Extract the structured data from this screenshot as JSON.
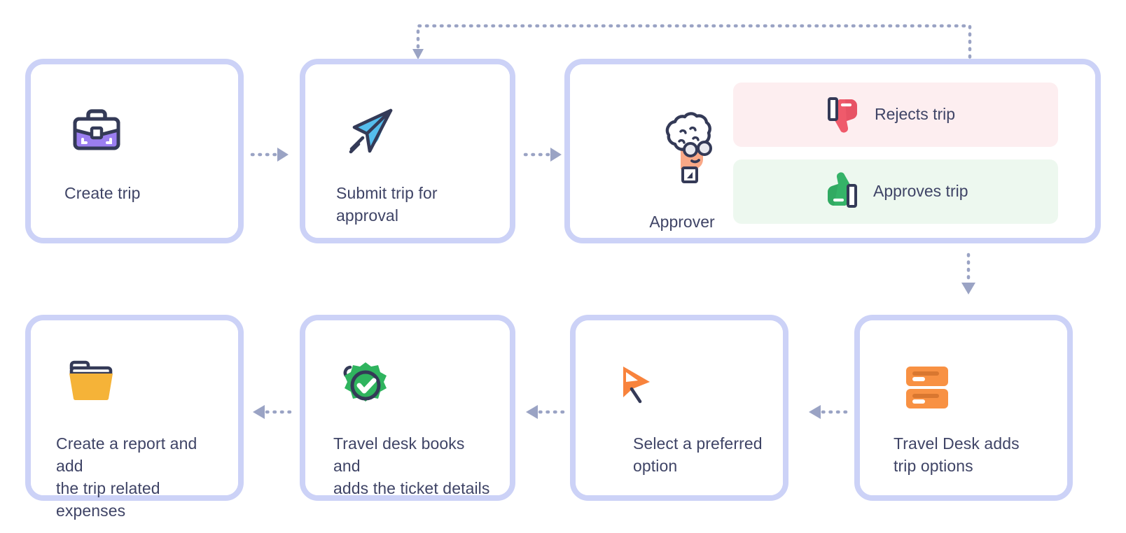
{
  "diagram": {
    "title": "Travel and expense trip approval workflow",
    "accent_border": "#ccd2f7",
    "text_color": "#3f4466",
    "connector_color": "#9aa3c4",
    "cards": [
      {
        "id": "create-trip",
        "label": "Create trip",
        "icon": "briefcase-icon",
        "icon_color": "#9b7ef0"
      },
      {
        "id": "submit-trip",
        "label": "Submit trip for\napproval",
        "icon": "paper-plane-icon",
        "icon_color": "#55bded"
      },
      {
        "id": "approver",
        "label": "Approver",
        "icon": "approver-avatar-icon",
        "icon_color": "#f9a887",
        "decisions": [
          {
            "id": "rejects-trip",
            "label": "Rejects trip",
            "icon": "thumbs-down-icon",
            "icon_color": "#ef5a6b",
            "background": "#fdeef0"
          },
          {
            "id": "approves-trip",
            "label": "Approves trip",
            "icon": "thumbs-up-icon",
            "icon_color": "#35b368",
            "background": "#edf8ef"
          }
        ]
      },
      {
        "id": "travel-desk-options",
        "label": "Travel Desk adds\ntrip options",
        "icon": "list-options-icon",
        "icon_color": "#f89143"
      },
      {
        "id": "select-option",
        "label": "Select a preferred\noption",
        "icon": "cursor-arrow-icon",
        "icon_color": "#f8833c"
      },
      {
        "id": "travel-desk-books",
        "label": "Travel desk books and\nadds the ticket details",
        "icon": "verified-check-badge-icon",
        "icon_color": "#2fb45e"
      },
      {
        "id": "create-report",
        "label": "Create a report and add\nthe trip related expenses",
        "icon": "folder-icon",
        "icon_color": "#f5b338"
      }
    ],
    "connectors": [
      {
        "id": "create-to-submit",
        "direction": "right",
        "style": "dotted"
      },
      {
        "id": "submit-to-approver",
        "direction": "right",
        "style": "dotted"
      },
      {
        "id": "reject-loop-back-to-submit",
        "direction": "down",
        "style": "dotted"
      },
      {
        "id": "approver-to-travel-desk",
        "direction": "down",
        "style": "dotted"
      },
      {
        "id": "options-to-select",
        "direction": "left",
        "style": "dotted"
      },
      {
        "id": "select-to-books",
        "direction": "left",
        "style": "dotted"
      },
      {
        "id": "books-to-report",
        "direction": "left",
        "style": "dotted"
      }
    ]
  }
}
